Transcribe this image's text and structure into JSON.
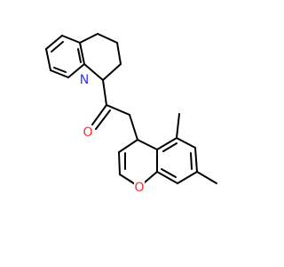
{
  "molecule": {
    "atoms": [
      {
        "symbol": "N",
        "color": "#3333ff"
      },
      {
        "symbol": "O",
        "color": "#ff2a2a"
      },
      {
        "symbol": "O",
        "color": "#ff2a2a"
      }
    ]
  }
}
